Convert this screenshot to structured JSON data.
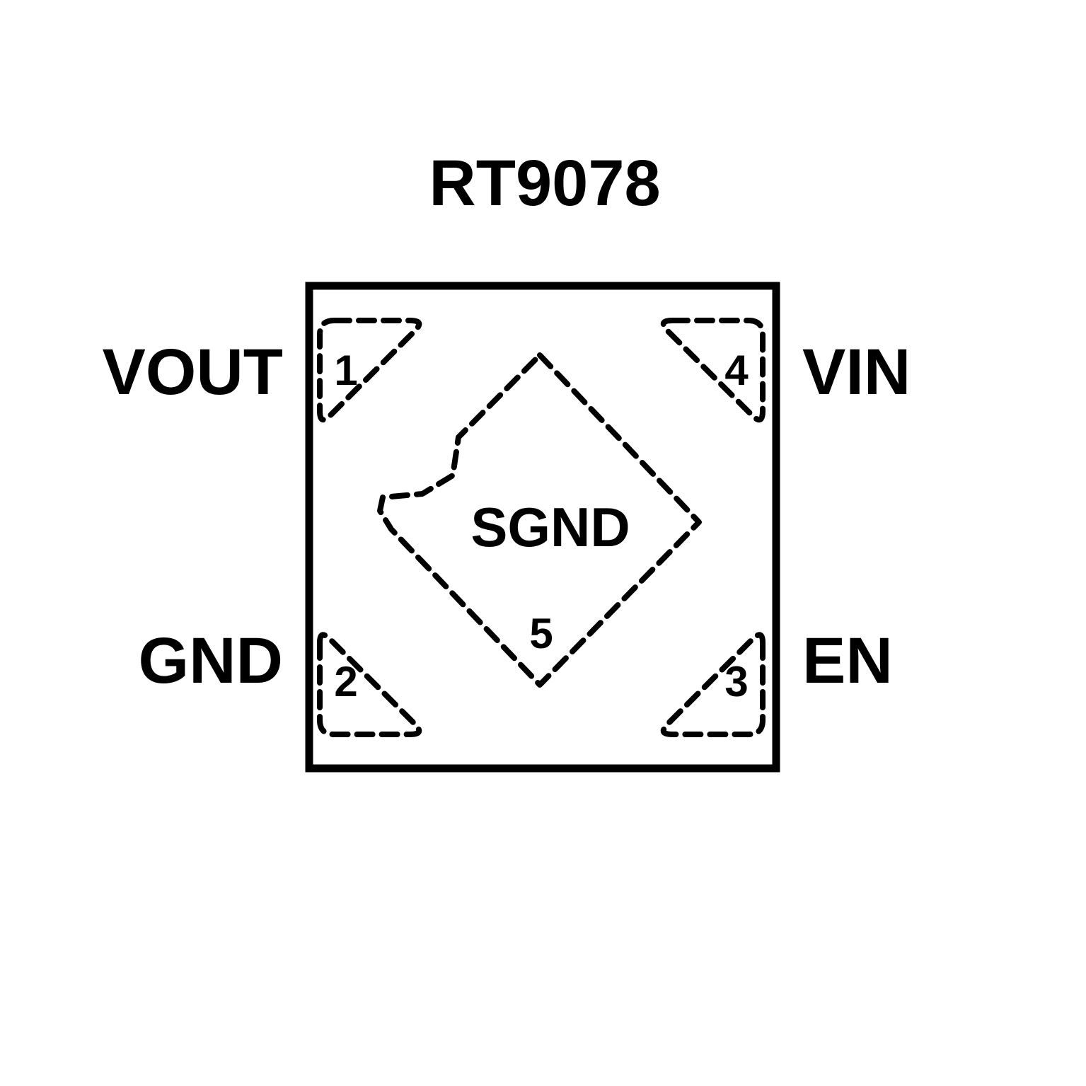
{
  "title": "RT9078",
  "diagram": {
    "type": "ic-pinout-top-view",
    "pins": [
      {
        "number": "1",
        "label": "VOUT",
        "position": "left-top"
      },
      {
        "number": "2",
        "label": "GND",
        "position": "left-bottom"
      },
      {
        "number": "3",
        "label": "EN",
        "position": "right-bottom"
      },
      {
        "number": "4",
        "label": "VIN",
        "position": "right-top"
      }
    ],
    "exposed_pad": {
      "number": "5",
      "label": "SGND",
      "position": "center"
    }
  },
  "colors": {
    "ink": "#000000",
    "background": "#ffffff"
  }
}
